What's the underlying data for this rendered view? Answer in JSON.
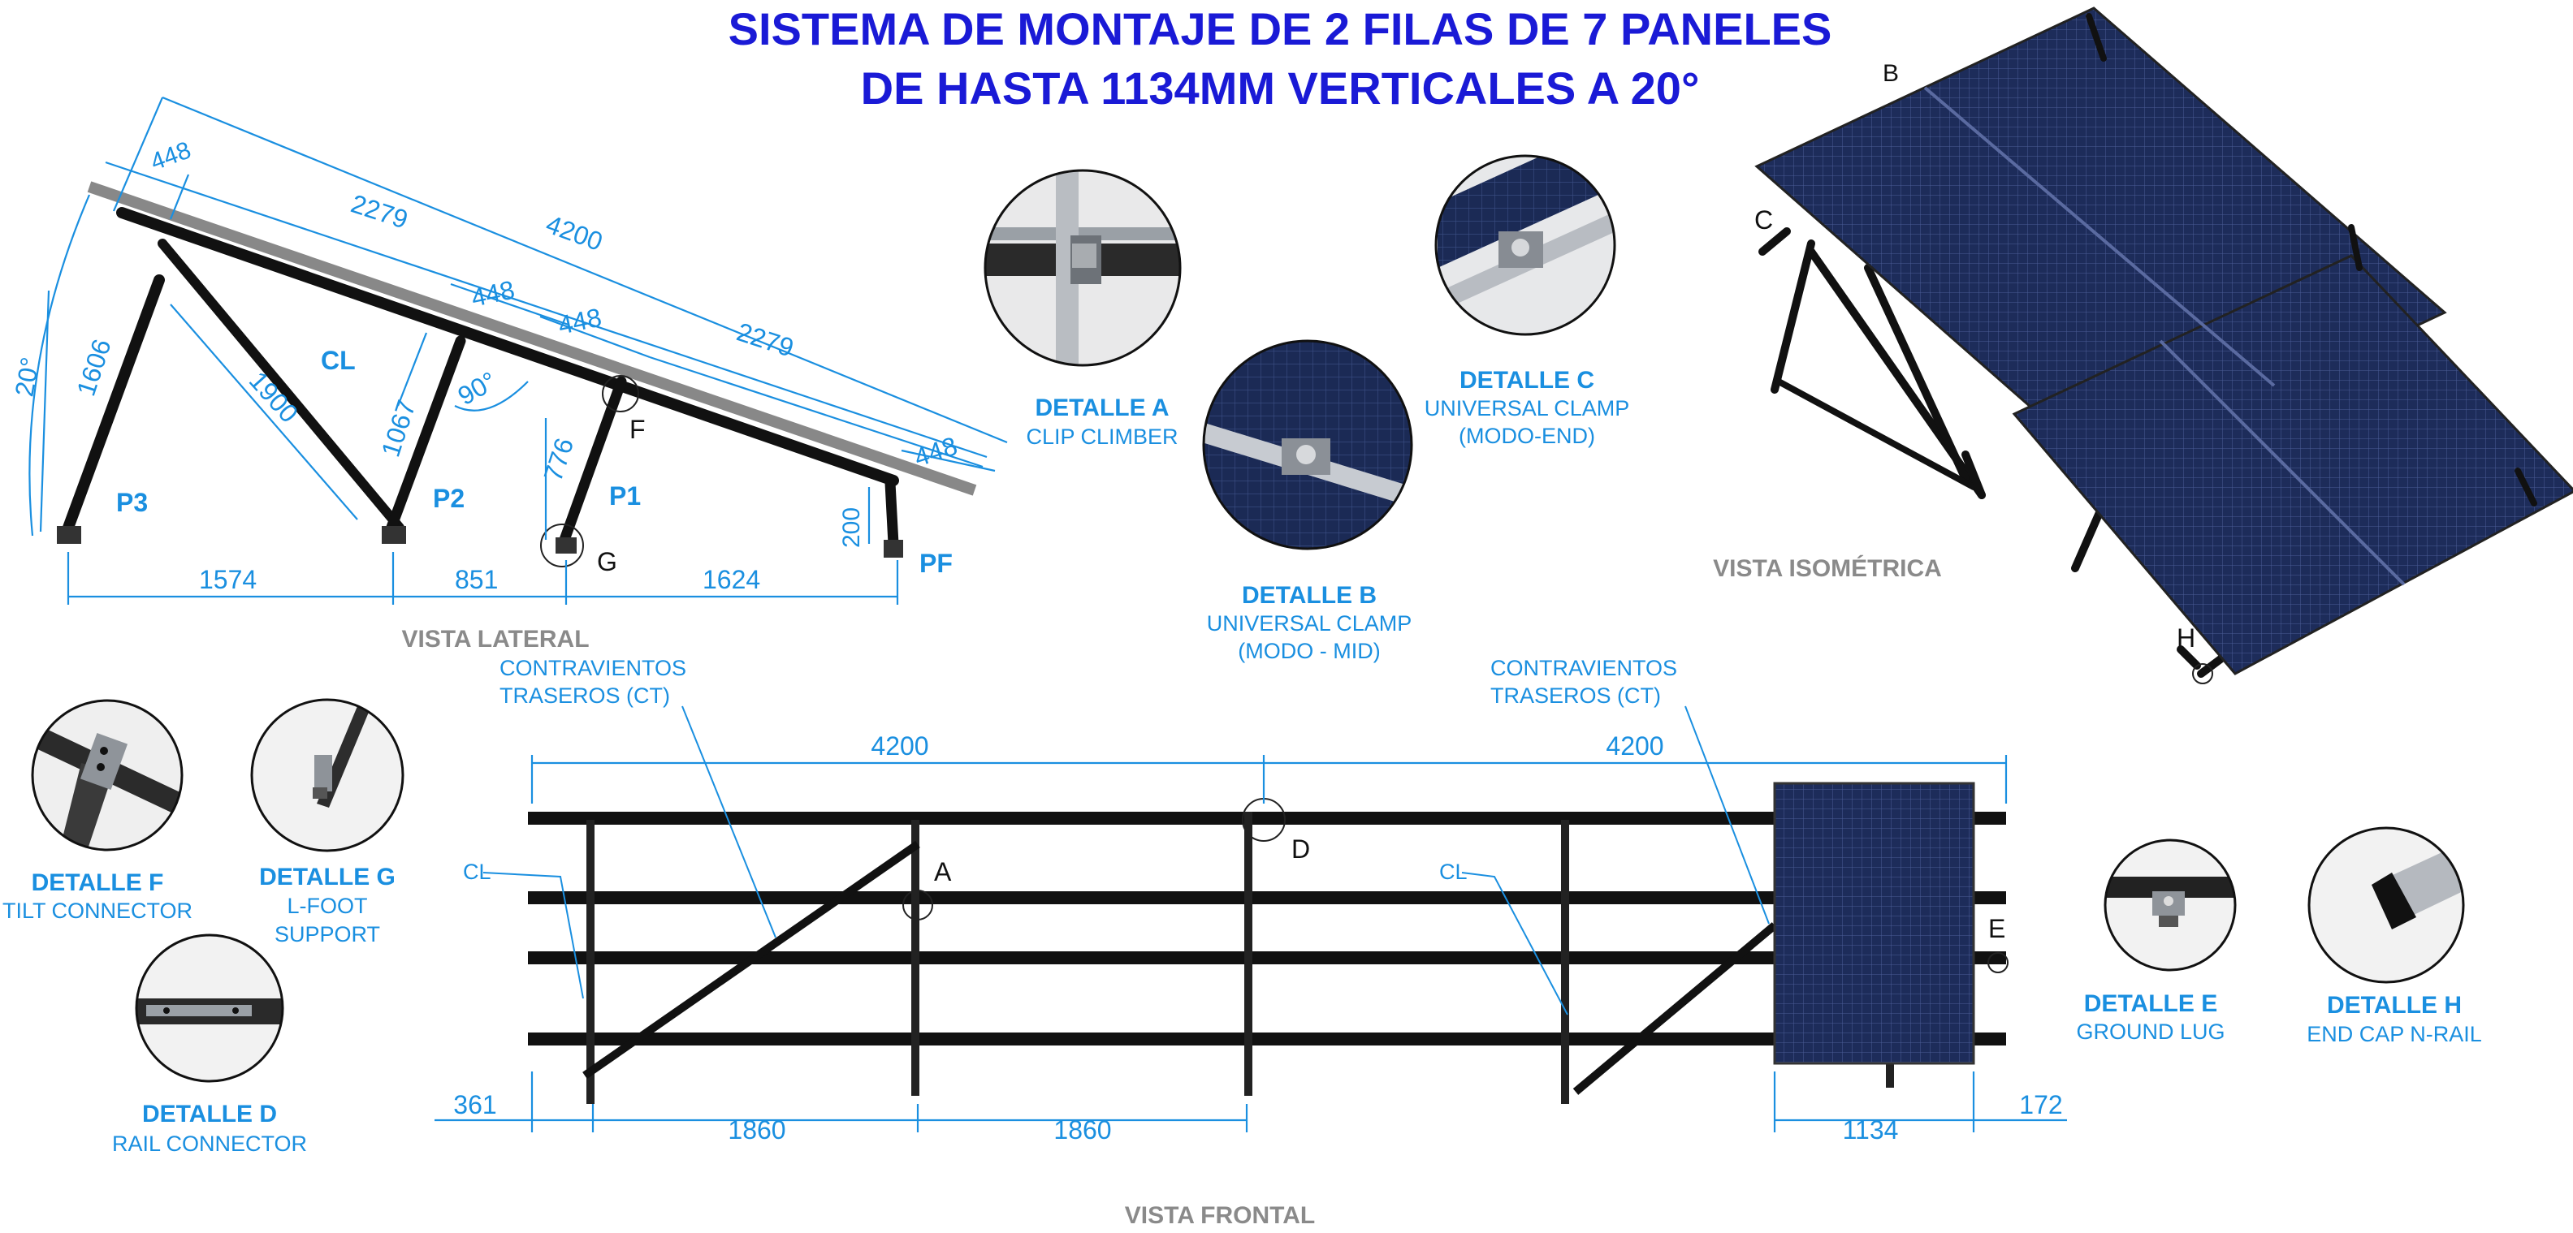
{
  "title": {
    "line1": "SISTEMA DE MONTAJE DE 2 FILAS DE 7 PANELES",
    "line2": "DE HASTA 1134MM VERTICALES A 20°"
  },
  "colors": {
    "title": "#1a1ad6",
    "dimension": "#1a8fe0",
    "view_label": "#8a8a8a",
    "panel": "#1b2a55",
    "structure": "#111111"
  },
  "side_view": {
    "view_label": "VISTA LATERAL",
    "dims": {
      "d448_top": "448",
      "d2279_top": "2279",
      "d4200": "4200",
      "d448_mid_a": "448",
      "d448_mid_b": "448",
      "d2279_mid": "2279",
      "d448_end": "448",
      "angle": "20°",
      "d1606": "1606",
      "d1900": "1900",
      "d1067": "1067",
      "right_angle": "90°",
      "d776": "776",
      "d200": "200",
      "d1574": "1574",
      "d851": "851",
      "d1624": "1624"
    },
    "labels": {
      "cl": "CL",
      "p3": "P3",
      "p2": "P2",
      "p1": "P1",
      "pf": "PF",
      "f": "F",
      "g": "G"
    }
  },
  "details": {
    "a": {
      "title": "DETALLE A",
      "sub1": "CLIP CLIMBER",
      "sub2": ""
    },
    "b": {
      "title": "DETALLE B",
      "sub1": "UNIVERSAL CLAMP",
      "sub2": "(MODO - MID)"
    },
    "c": {
      "title": "DETALLE C",
      "sub1": "UNIVERSAL CLAMP",
      "sub2": "(MODO-END)"
    },
    "f": {
      "title": "DETALLE F",
      "sub1": "TILT CONNECTOR",
      "sub2": ""
    },
    "g": {
      "title": "DETALLE G",
      "sub1": "L-FOOT",
      "sub2": "SUPPORT"
    },
    "d": {
      "title": "DETALLE D",
      "sub1": "RAIL CONNECTOR",
      "sub2": ""
    },
    "e": {
      "title": "DETALLE E",
      "sub1": "GROUND LUG",
      "sub2": ""
    },
    "h": {
      "title": "DETALLE H",
      "sub1": "END CAP N-RAIL",
      "sub2": ""
    }
  },
  "iso_view": {
    "view_label": "VISTA  ISOMÉTRICA",
    "labels": {
      "b": "B",
      "c": "C",
      "h": "H"
    }
  },
  "front_view": {
    "view_label": "VISTA FRONTAL",
    "ct_left_1": "CONTRAVIENTOS",
    "ct_left_2": "TRASEROS (CT)",
    "ct_right_1": "CONTRAVIENTOS",
    "ct_right_2": "TRASEROS (CT)",
    "cl_left": "CL",
    "cl_right": "CL",
    "label_a": "A",
    "label_d": "D",
    "label_e": "E",
    "dims": {
      "d4200_left": "4200",
      "d4200_right": "4200",
      "d361": "361",
      "d1860_a": "1860",
      "d1860_b": "1860",
      "d1134": "1134",
      "d172": "172"
    }
  }
}
